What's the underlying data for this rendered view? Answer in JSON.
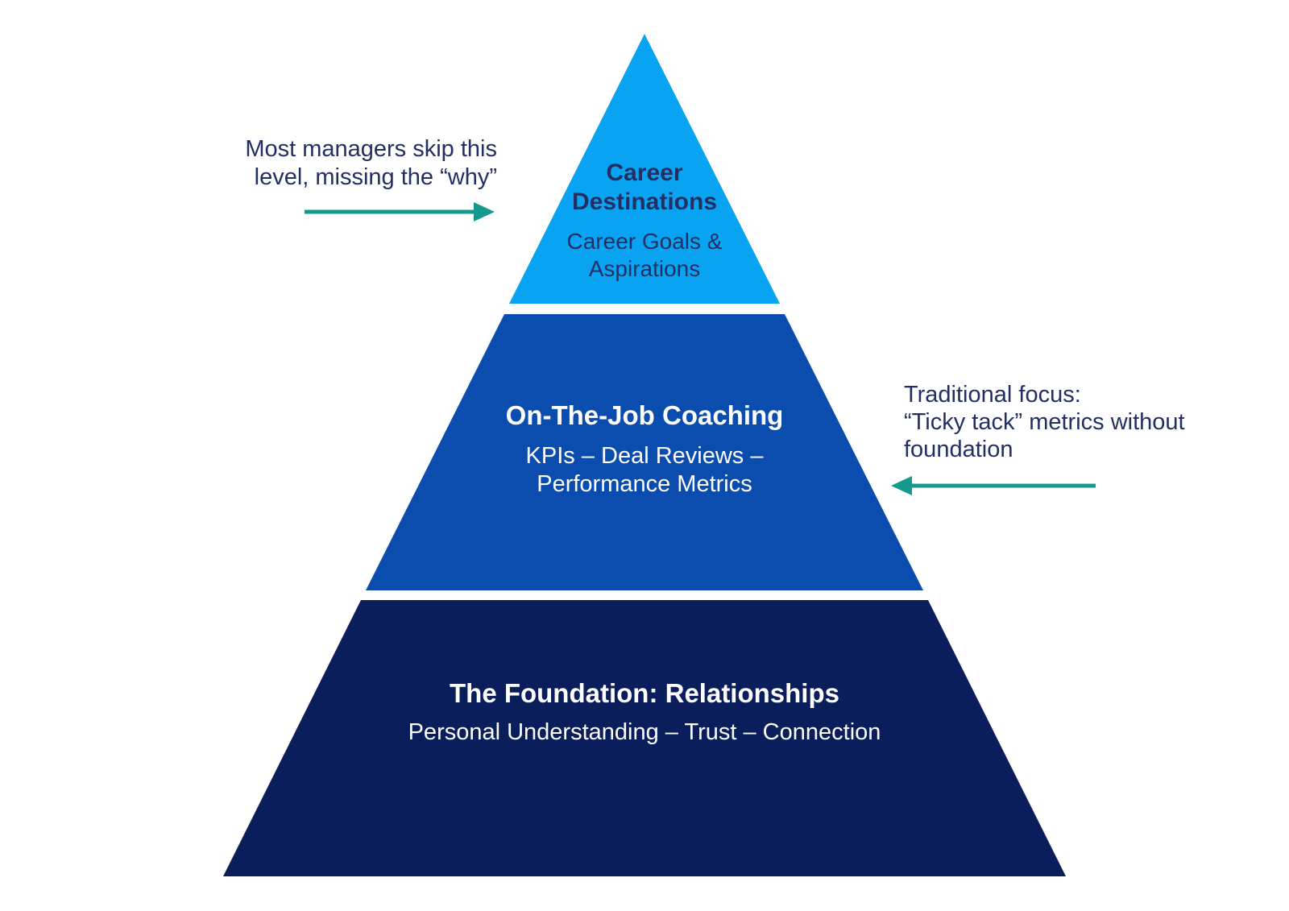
{
  "colors": {
    "tier_top": "#09A4F1",
    "tier_middle": "#0B4DAE",
    "tier_bottom": "#0A1E5B",
    "text_navy": "#232E63",
    "text_white": "#FFFFFF",
    "arrow": "#14998C",
    "background": "#FFFFFF"
  },
  "pyramid": {
    "tiers": [
      {
        "id": "top",
        "title": "Career Destinations",
        "subtitle": "Career Goals & Aspirations"
      },
      {
        "id": "middle",
        "title": "On-The-Job Coaching",
        "subtitle": "KPIs – Deal Reviews – Performance Metrics"
      },
      {
        "id": "bottom",
        "title": "The Foundation: Relationships",
        "subtitle": "Personal Understanding – Trust – Connection"
      }
    ]
  },
  "annotations": {
    "left": {
      "lines": [
        "Most managers skip this",
        "level, missing the “why”"
      ],
      "arrow_direction": "right"
    },
    "right": {
      "lines": [
        "Traditional focus:",
        "“Ticky tack” metrics without",
        "foundation"
      ],
      "arrow_direction": "left"
    }
  }
}
